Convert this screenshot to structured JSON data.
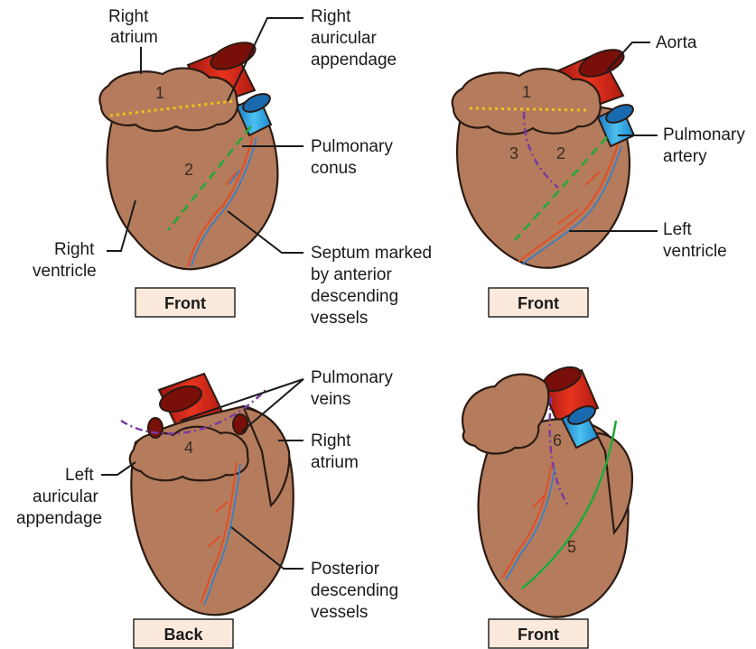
{
  "panels": [
    {
      "caption": "Front",
      "labels": {
        "right_atrium": [
          "Right",
          "atrium"
        ],
        "right_auricular_appendage": [
          "Right",
          "auricular",
          "appendage"
        ],
        "pulmonary_conus": [
          "Pulmonary",
          "conus"
        ],
        "right_ventricle": [
          "Right",
          "ventricle"
        ],
        "septum": [
          "Septum marked",
          "by anterior",
          "descending",
          "vessels"
        ]
      },
      "numbers": [
        "1",
        "2"
      ]
    },
    {
      "caption": "Front",
      "labels": {
        "aorta": [
          "Aorta"
        ],
        "pulmonary_artery": [
          "Pulmonary",
          "artery"
        ],
        "left_ventricle": [
          "Left",
          "ventricle"
        ]
      },
      "numbers": [
        "1",
        "2",
        "3"
      ]
    },
    {
      "caption": "Back",
      "labels": {
        "pulmonary_veins": [
          "Pulmonary",
          "veins"
        ],
        "right_atrium": [
          "Right",
          "atrium"
        ],
        "left_auricular_appendage": [
          "Left",
          "auricular",
          "appendage"
        ],
        "posterior_descending": [
          "Posterior",
          "descending",
          "vessels"
        ]
      },
      "numbers": [
        "4"
      ]
    },
    {
      "caption": "Front",
      "labels": {},
      "numbers": [
        "5",
        "6"
      ]
    }
  ],
  "colors": {
    "heart": "#b47c5c",
    "aorta": "#d42a1e",
    "pulmonary_artery": "#2aa0e0",
    "yellow_line": "#f2c01a",
    "green_line": "#1faa3a",
    "purple_line": "#7a3aa0",
    "caption_box": "#fbeadc"
  }
}
